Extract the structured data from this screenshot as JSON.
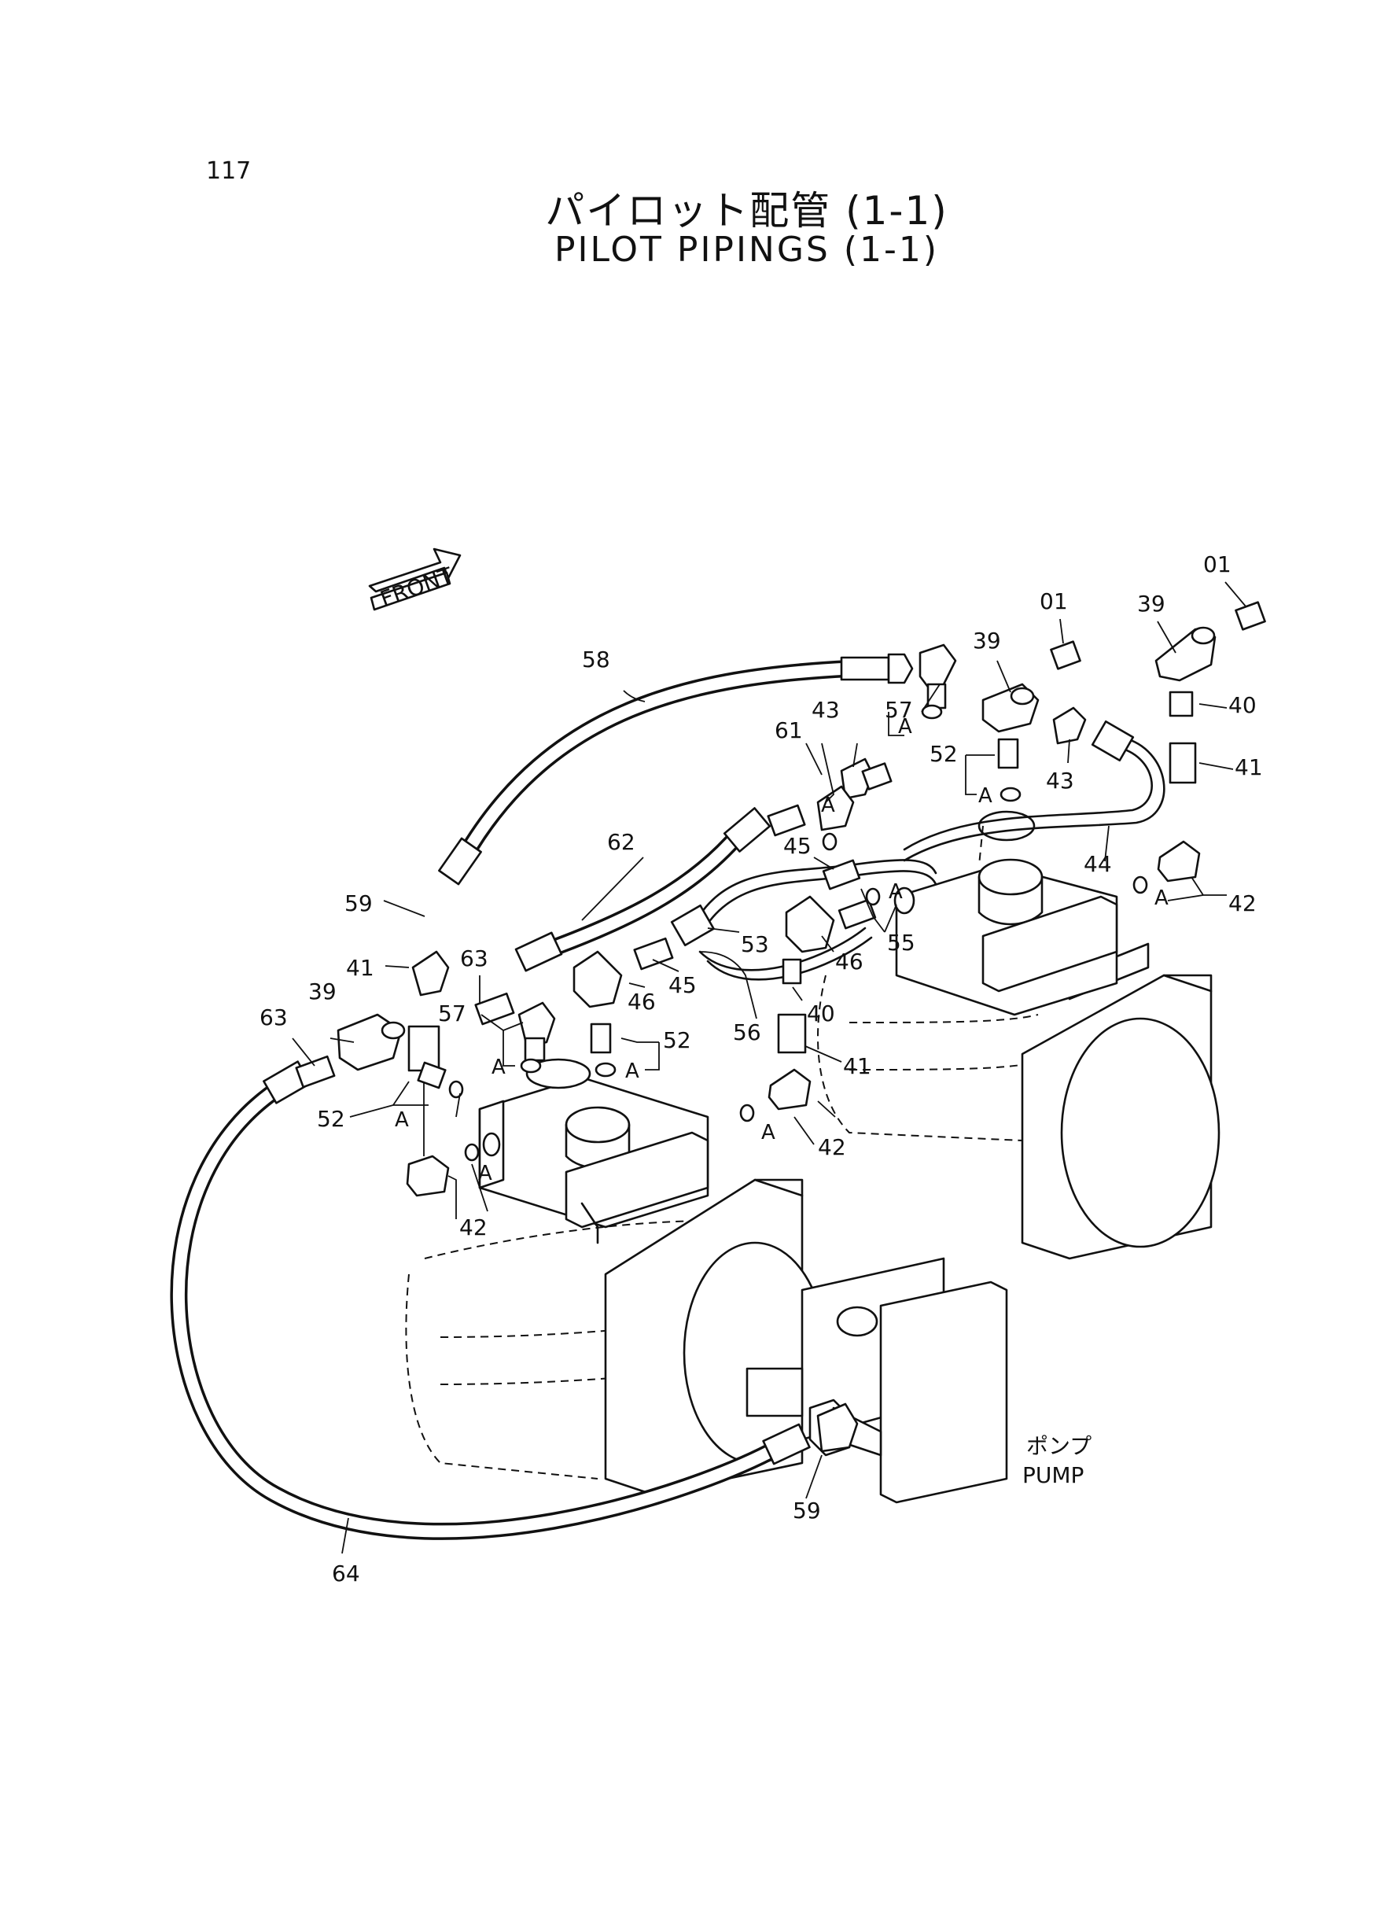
{
  "page_number": "117",
  "title_jp": "パイロット配管 (1-1)",
  "title_en": "PILOT PIPINGS (1-1)",
  "front_label": "FRONT",
  "pump_label_jp": "ポンプ",
  "pump_label_en": "PUMP",
  "a_marker": "A",
  "part_numbers": {
    "p58": "58",
    "p57a": "57",
    "p43a": "43",
    "p39a": "39",
    "p01a": "01",
    "p39b": "39",
    "p01b": "01",
    "p40a": "40",
    "p41a": "41",
    "p43b": "43",
    "p52a": "52",
    "p61": "61",
    "p62": "62",
    "p45a": "45",
    "p44": "44",
    "p42a": "42",
    "p59a": "59",
    "p63a": "63",
    "p41b": "41",
    "p53": "53",
    "p46a": "46",
    "p55": "55",
    "p46b": "46",
    "p45b": "45",
    "p63b": "63",
    "p39c": "39",
    "p57b": "57",
    "p52b": "52",
    "p40b": "40",
    "p56": "56",
    "p52c": "52",
    "p41c": "41",
    "p42b": "42",
    "p42c": "42",
    "p59b": "59",
    "p64": "64"
  }
}
